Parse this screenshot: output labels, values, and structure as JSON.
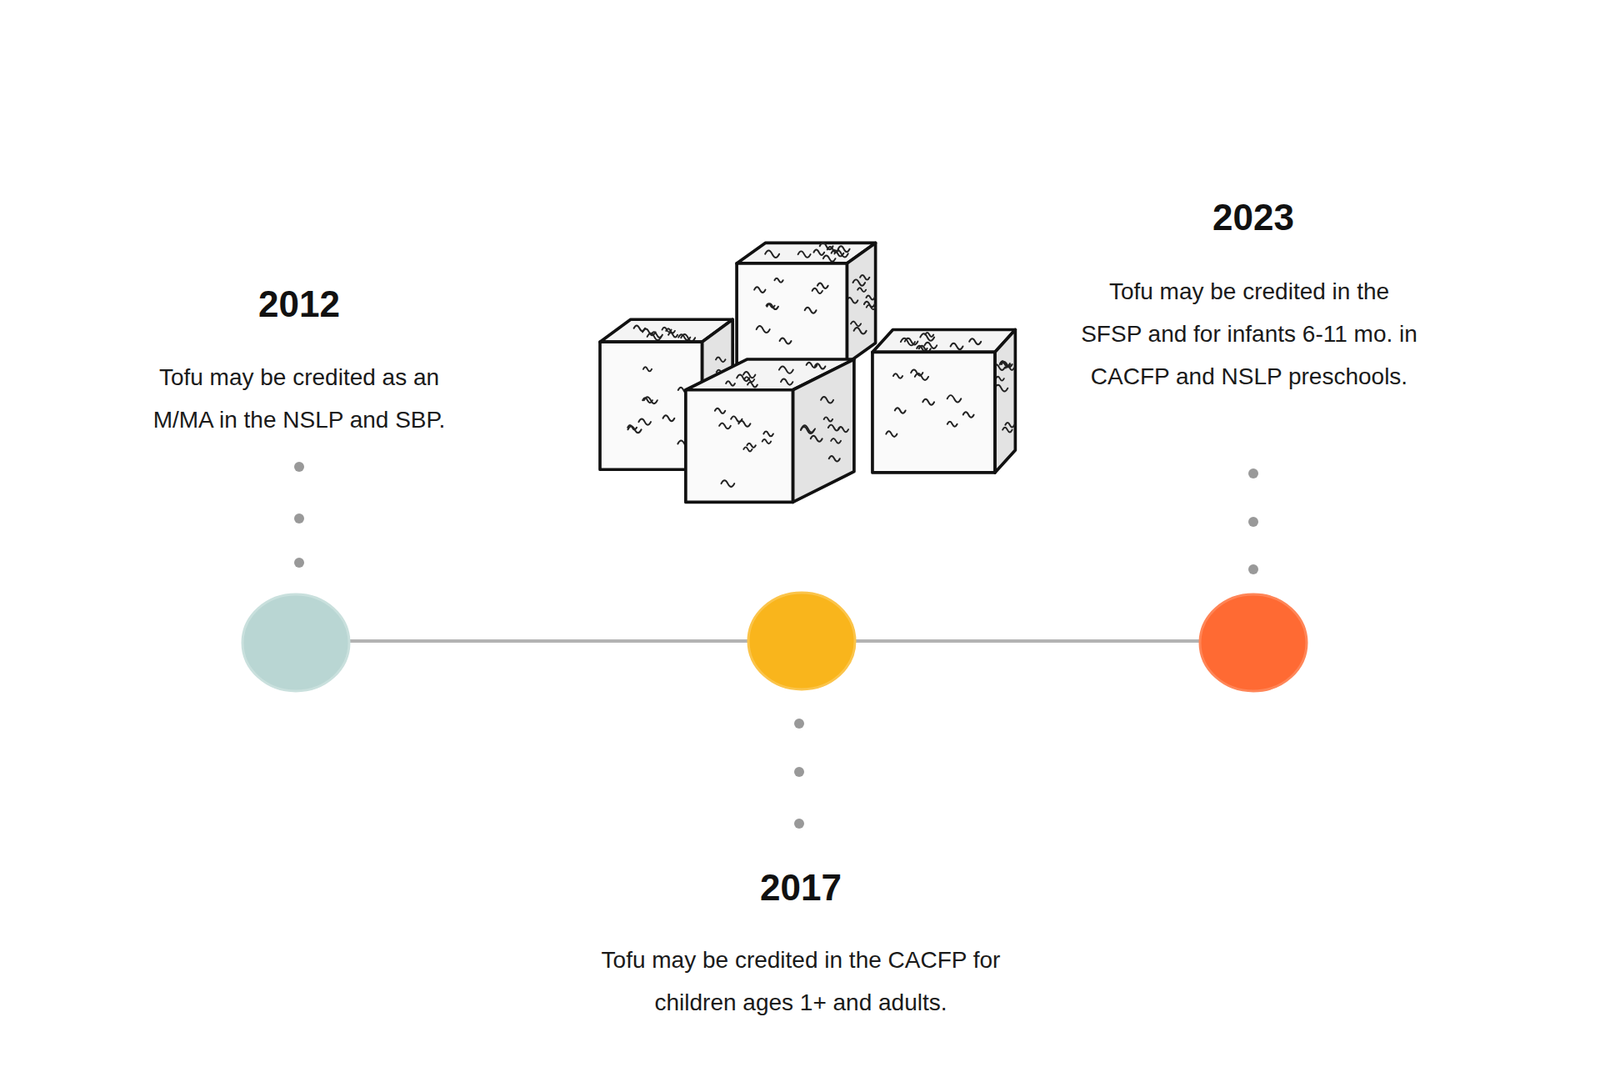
{
  "diagram": {
    "labels": [
      "2012",
      "Tofu may be credited as an M/MA in the NSLP and SBP.",
      "2017",
      "Tofu may be credited in the CACFP for children ages 1+ and adults.",
      "2023",
      "Tofu may be credited in the SFSP and for infants 6-11 mo. in CACFP and NSLP preschools."
    ]
  }
}
